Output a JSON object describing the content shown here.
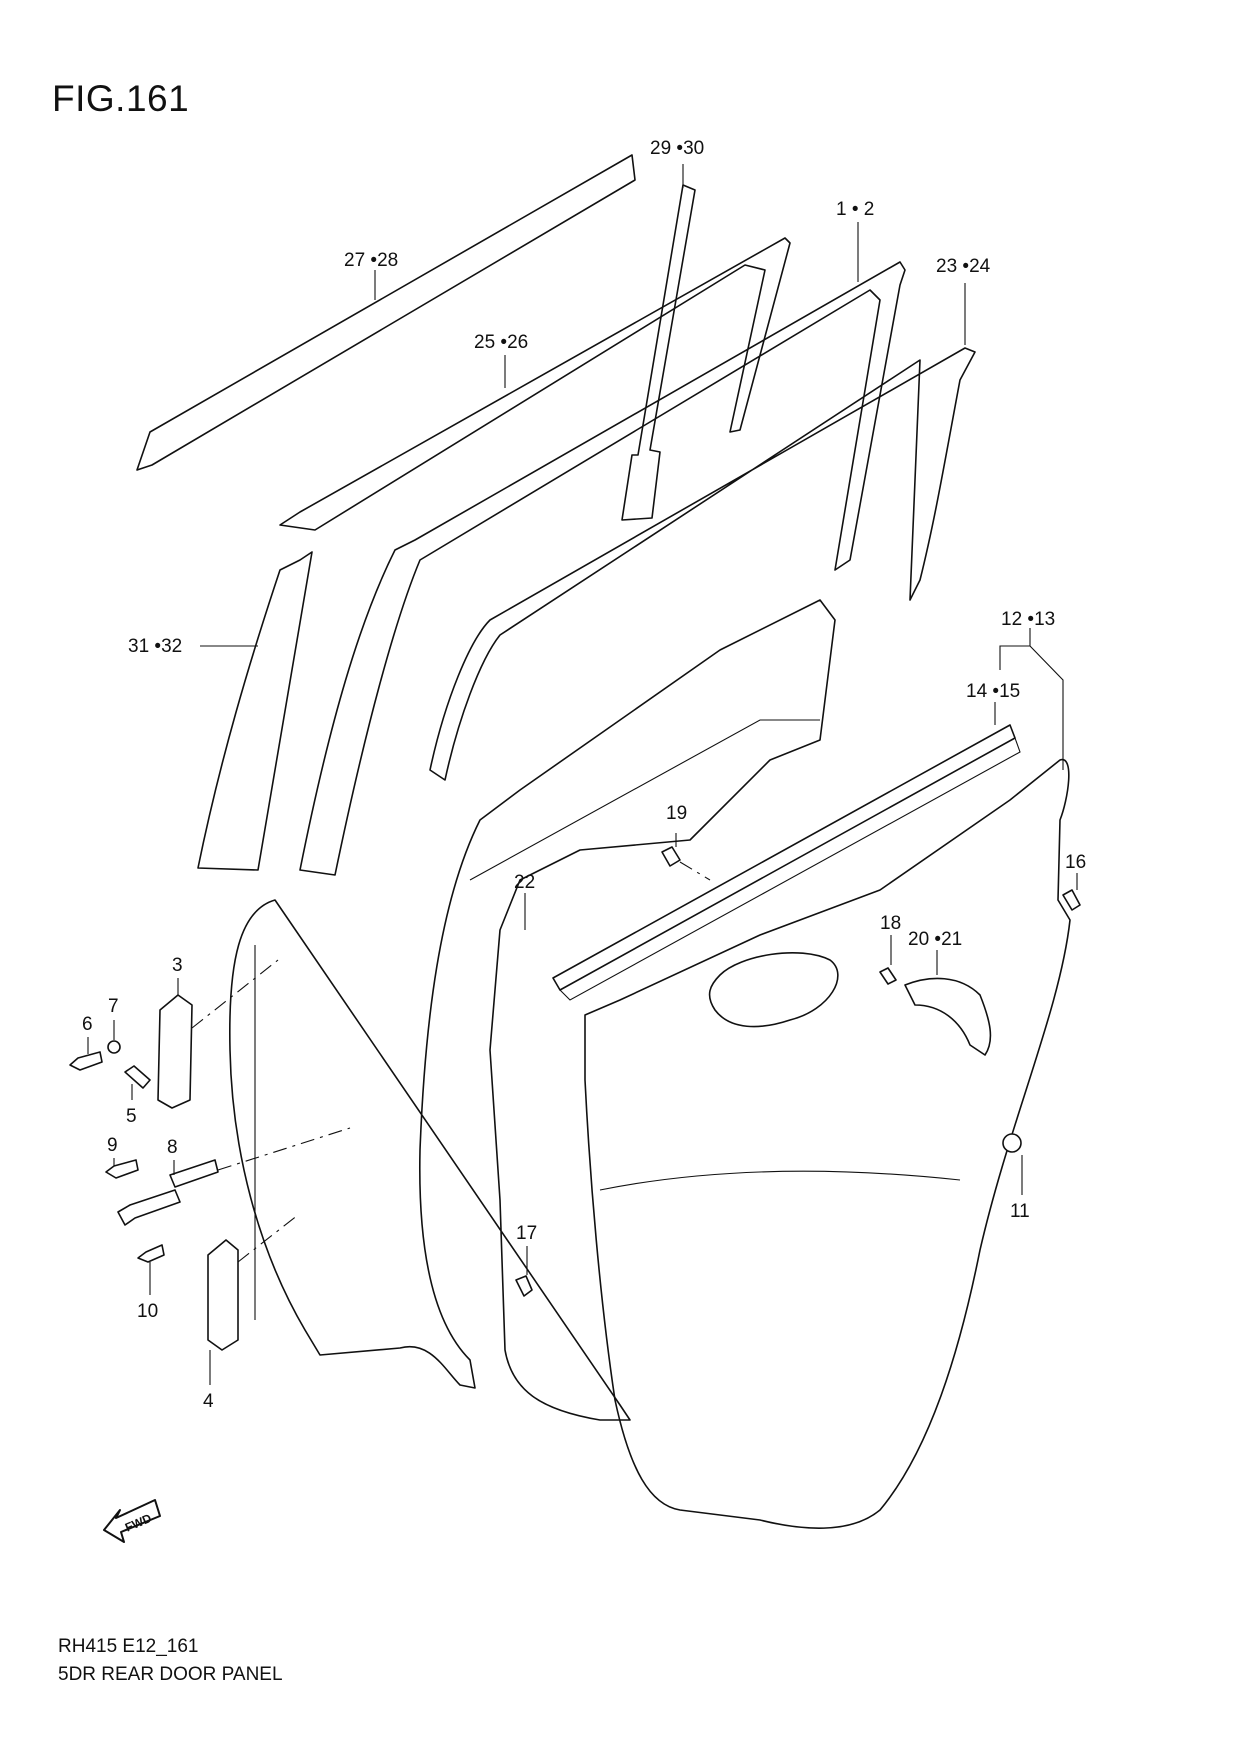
{
  "figure": {
    "title": "FIG.161"
  },
  "callouts": {
    "c1_2": "1 • 2",
    "c3": "3",
    "c4": "4",
    "c5": "5",
    "c6": "6",
    "c7": "7",
    "c8": "8",
    "c9": "9",
    "c10": "10",
    "c11": "11",
    "c12_13": "12 •13",
    "c14_15": "14 •15",
    "c16": "16",
    "c17": "17",
    "c18": "18",
    "c19": "19",
    "c20_21": "20 •21",
    "c22": "22",
    "c23_24": "23 •24",
    "c25_26": "25 •26",
    "c27_28": "27 •28",
    "c29_30": "29 •30",
    "c31_32": "31 •32"
  },
  "forward_badge": "FWD",
  "footer": {
    "code": "RH415 E12_161",
    "caption": "5DR REAR DOOR PANEL"
  }
}
